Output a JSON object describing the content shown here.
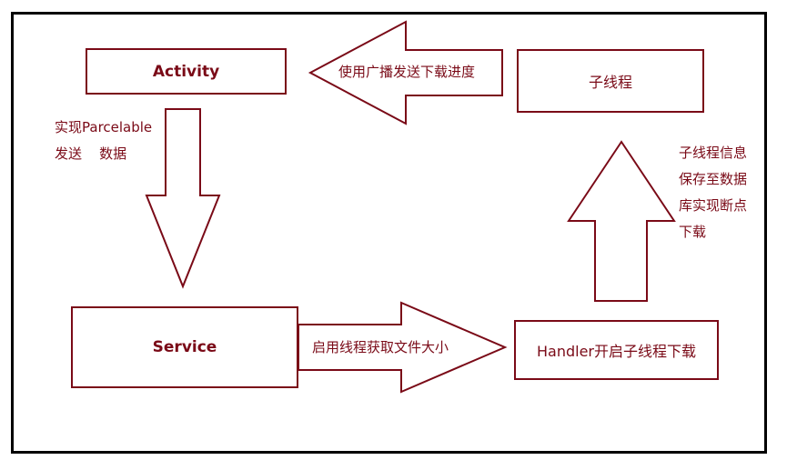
{
  "colors": {
    "stroke": "#7a0a17",
    "frame": "#000000",
    "fill": "#ffffff"
  },
  "nodes": {
    "activity": "Activity",
    "child_thread": "子线程",
    "service": "Service",
    "handler": "Handler开启子线程下载"
  },
  "edges": {
    "broadcast_progress": "使用广播发送下载进度",
    "start_thread_filesize": "启用线程获取文件大小"
  },
  "annotations": {
    "parcelable": [
      "实现Parcelable",
      "发送    数据"
    ],
    "db_resume": [
      "子线程信息",
      "保存至数据",
      "库实现断点",
      "下载"
    ]
  }
}
